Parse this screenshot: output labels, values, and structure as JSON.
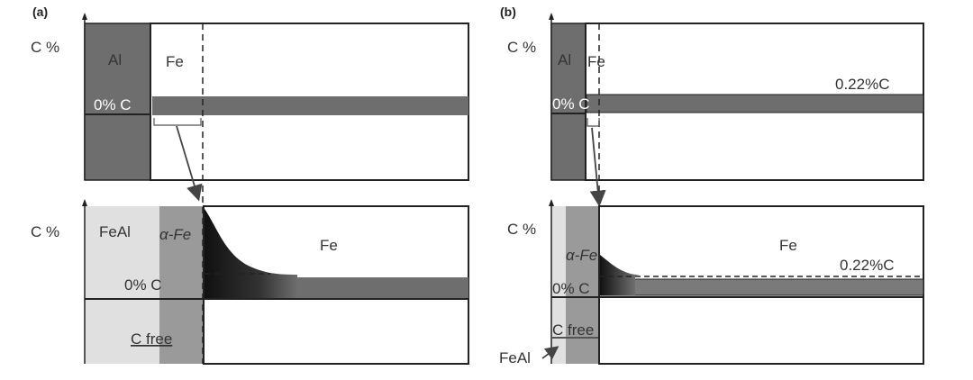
{
  "panel_a": {
    "tag": "(a)",
    "top": {
      "axis_label": "C %",
      "left_phase": "Al",
      "right_phase": "Fe",
      "carbon_label": "0% C"
    },
    "bottom": {
      "axis_label": "C %",
      "phase_1": "FeAl",
      "phase_2": "α-Fe",
      "phase_3": "Fe",
      "carbon_label": "0% C",
      "region_label": "C free"
    }
  },
  "panel_b": {
    "tag": "(b)",
    "top": {
      "axis_label": "C %",
      "left_phase": "Al",
      "right_phase": "Fe",
      "carbon_label": "0% C",
      "steel_carbon": "0.22%C"
    },
    "bottom": {
      "axis_label": "C %",
      "phase_2": "α-Fe",
      "phase_3": "Fe",
      "carbon_label": "0% C",
      "steel_carbon": "0.22%C",
      "region_label": "C free",
      "feal_pointer_label": "FeAl"
    }
  },
  "colors": {
    "dark_gray": "#6e6e6e",
    "mid_gray": "#9a9a9a",
    "light_gray": "#e0e0e0",
    "outline": "#222222"
  }
}
